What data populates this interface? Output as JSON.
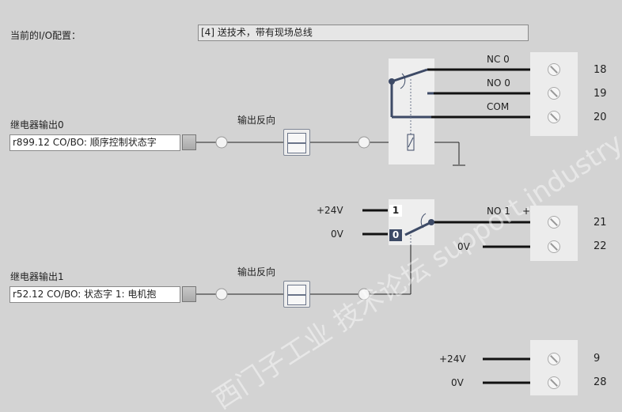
{
  "io_config": {
    "label": "当前的I/O配置：",
    "value": "[4] 送技术，带有现场总线"
  },
  "relay0": {
    "label": "继电器输出0",
    "source": "r899.12 CO/BO: 顺序控制状态字",
    "invert_label": "输出反向",
    "contacts": [
      "NC 0",
      "NO 0",
      "COM"
    ],
    "terminals": [
      "18",
      "19",
      "20"
    ]
  },
  "relay1": {
    "label": "继电器输出1",
    "source": "r52.12 CO/BO: 状态字 1: 电机抱",
    "invert_label": "输出反向",
    "state_high": "1",
    "state_low": "0",
    "supply_high": "+24V",
    "supply_low": "0V",
    "contact": "NO 1",
    "plus": "+",
    "zero": "0V",
    "terminals": [
      "21",
      "22"
    ]
  },
  "supply": {
    "high": "+24V",
    "low": "0V",
    "terminals": [
      "9",
      "28"
    ]
  },
  "watermark": "西门子工业 技术论坛 support.industry.siemens.com/cs"
}
